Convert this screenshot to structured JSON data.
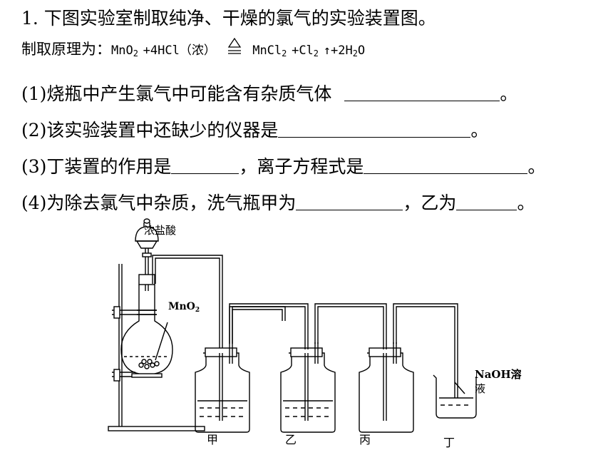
{
  "question": {
    "title": "1. 下图实验室制取纯净、干燥的氯气的实验装置图。",
    "principle_prefix": "制取原理为：",
    "reaction": {
      "reactant_a": "MnO",
      "reactant_a_sub": "2",
      "reactant_b": "+4HCl（浓）",
      "heat_symbol": "△",
      "product_a": "MnCl",
      "product_a_sub": "2",
      "product_b": "+Cl",
      "product_b_sub": "2",
      "gas_arrow": "↑",
      "product_c": "+2H",
      "product_c_sub": "2",
      "product_c_tail": "O"
    },
    "parts": [
      {
        "text": "(1)烧瓶中产生氯气中可能含有杂质气体",
        "end": "。"
      },
      {
        "text": "(2)该实验装置中还缺少的仪器是",
        "end": "。"
      },
      {
        "text_a": "(3)丁装置的作用是",
        "mid": "，离子方程式是",
        "end": "。"
      },
      {
        "text_a": "(4)为除去氯气中杂质，洗气瓶甲为",
        "mid": "，乙为",
        "end": "。"
      }
    ]
  },
  "figure": {
    "funnel_label": "浓盐酸",
    "flask_label": "MnO",
    "flask_label_sub": "2",
    "beaker_label_1": "NaOH溶",
    "beaker_label_2": "液",
    "bottle_labels": [
      "甲",
      "乙",
      "丙",
      "丁"
    ]
  }
}
